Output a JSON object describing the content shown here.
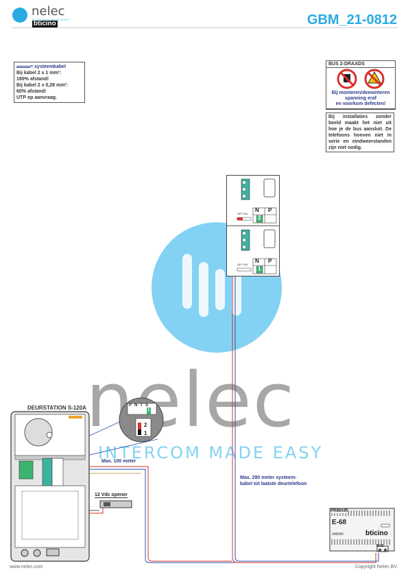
{
  "header": {
    "logo_name": "nelec",
    "logo_tagline": "INTERCOM MADE EASY",
    "logo_brand": "bticino",
    "doc_code": "GBM_21-0812"
  },
  "note": {
    "legend": "= systeemkabel",
    "line1": "Bij kabel 2 x 1 mm²:",
    "line2": "180% afstand!",
    "line3": "Bij kabel 2 x 0,28 mm²:",
    "line4": "60% afstand!",
    "line5": "UTP op aanvraag."
  },
  "bus_box": {
    "title": "BUS 2-DRAADS",
    "warning1": "Bij monteren/demonteren",
    "warning2": "spanning eraf",
    "warning3": "en voorkom defecten!",
    "note": "Bij installaties zonder beeld maakt het niet uit hoe je de bus aansluit. De telefoons hoeven niet in serie en eindweerstanden zijn niet nodig."
  },
  "watermark": {
    "word": "nelec",
    "tagline": "INTERCOM MADE EASY"
  },
  "phones": [
    {
      "n_label": "N",
      "p_label": "P",
      "n_value": "2",
      "switch_label": "OFF ON"
    },
    {
      "n_label": "N",
      "p_label": "P",
      "n_value": "1",
      "switch_label": "OFF ON"
    }
  ],
  "door_station": {
    "title": "DEURSTATION S-120A",
    "callout_labels": [
      "P",
      "N",
      "T",
      "S"
    ],
    "callout_n_value": "1",
    "callout_numbers": [
      "2",
      "1"
    ]
  },
  "labels": {
    "max100": "Max. 100 meter",
    "max290_1": "Max. 290 meter systeem-",
    "max290_2": "kabel tot laatste deurtelefoon",
    "opener": "12 Vdc opener"
  },
  "power_supply": {
    "label": "PRIMAIR",
    "model": "E-68",
    "code": "346040",
    "brand": "bticino",
    "bus_label": "BUS"
  },
  "footer": {
    "left": "www.nelec.com",
    "right": "Copyright Nelec BV"
  },
  "colors": {
    "accent": "#29abe2",
    "label_blue": "#2b3a8a",
    "wire_red": "#d9302a",
    "wire_blue": "#2b4fb0",
    "terminal_green": "#3cb371"
  }
}
